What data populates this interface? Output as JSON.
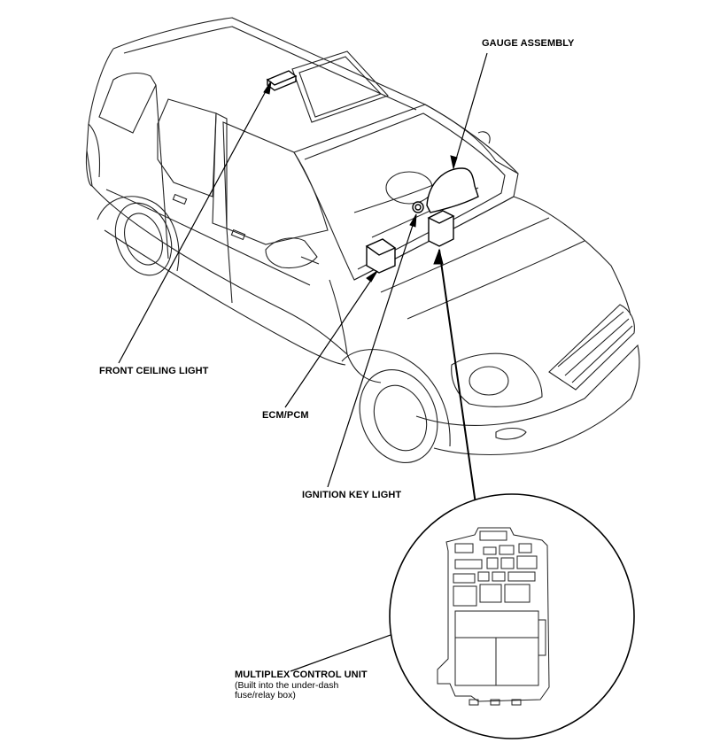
{
  "labels": {
    "gauge_assembly": "GAUGE ASSEMBLY",
    "front_ceiling_light": "FRONT CEILING LIGHT",
    "ecm_pcm": "ECM/PCM",
    "ignition_key_light": "IGNITION KEY LIGHT",
    "multiplex_control_unit": "MULTIPLEX CONTROL UNIT",
    "multiplex_note_line1": "(Built into the under-dash",
    "multiplex_note_line2": "fuse/relay box)"
  },
  "colors": {
    "line": "#000000",
    "background": "#ffffff"
  }
}
